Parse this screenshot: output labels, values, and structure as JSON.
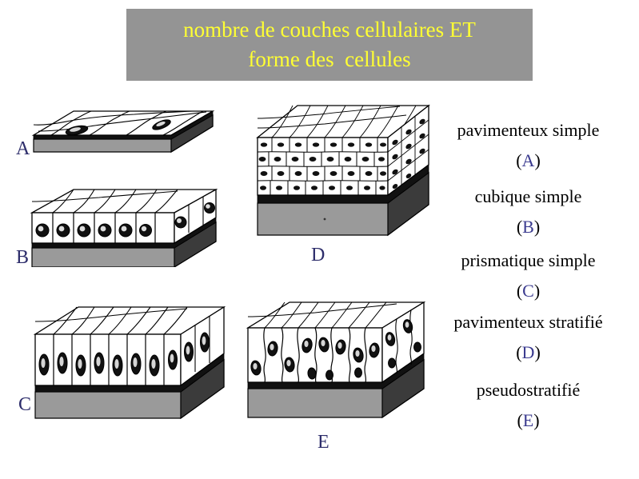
{
  "banner": {
    "title_line_1": "nombre de couches cellulaires ET",
    "title_line_2": "forme des  cellules",
    "background_color": "#949494",
    "text_color": "#ffff33"
  },
  "figures": [
    {
      "id": "A",
      "label": "A",
      "type": "simple-squamous-epithelium",
      "layers": 1,
      "cell_shape": "flat",
      "nuclei_visible": 2
    },
    {
      "id": "B",
      "label": "B",
      "type": "simple-cuboidal-epithelium",
      "layers": 1,
      "cell_shape": "cuboidal",
      "nuclei_visible": 7
    },
    {
      "id": "C",
      "label": "C",
      "type": "simple-columnar-epithelium",
      "layers": 1,
      "cell_shape": "columnar",
      "nuclei_visible": 10
    },
    {
      "id": "D",
      "label": "D",
      "type": "stratified-squamous-epithelium",
      "layers": 4,
      "cell_shape": "polygonal",
      "nuclei_visible": 34
    },
    {
      "id": "E",
      "label": "E",
      "type": "pseudostratified-epithelium",
      "layers": 1,
      "cell_shape": "irregular-columnar",
      "nuclei_visible": 14
    }
  ],
  "legend": {
    "entries": [
      {
        "name": "pavimenteux simple",
        "key": "A"
      },
      {
        "name": "cubique simple",
        "key": "B"
      },
      {
        "name": "prismatique simple",
        "key": "C"
      },
      {
        "name": "pavimenteux stratifié",
        "key": "D"
      },
      {
        "name": "pseudostratifié",
        "key": "E"
      }
    ],
    "key_color": "#3b3b8f",
    "text_color": "#000000"
  },
  "colors": {
    "label_blue": "#2d2d6b",
    "tissue_gray": "#9a9a9a",
    "tissue_dark": "#3b3b3b",
    "membrane_black": "#000000",
    "cell_fill": "#ffffff",
    "background": "#ffffff"
  }
}
